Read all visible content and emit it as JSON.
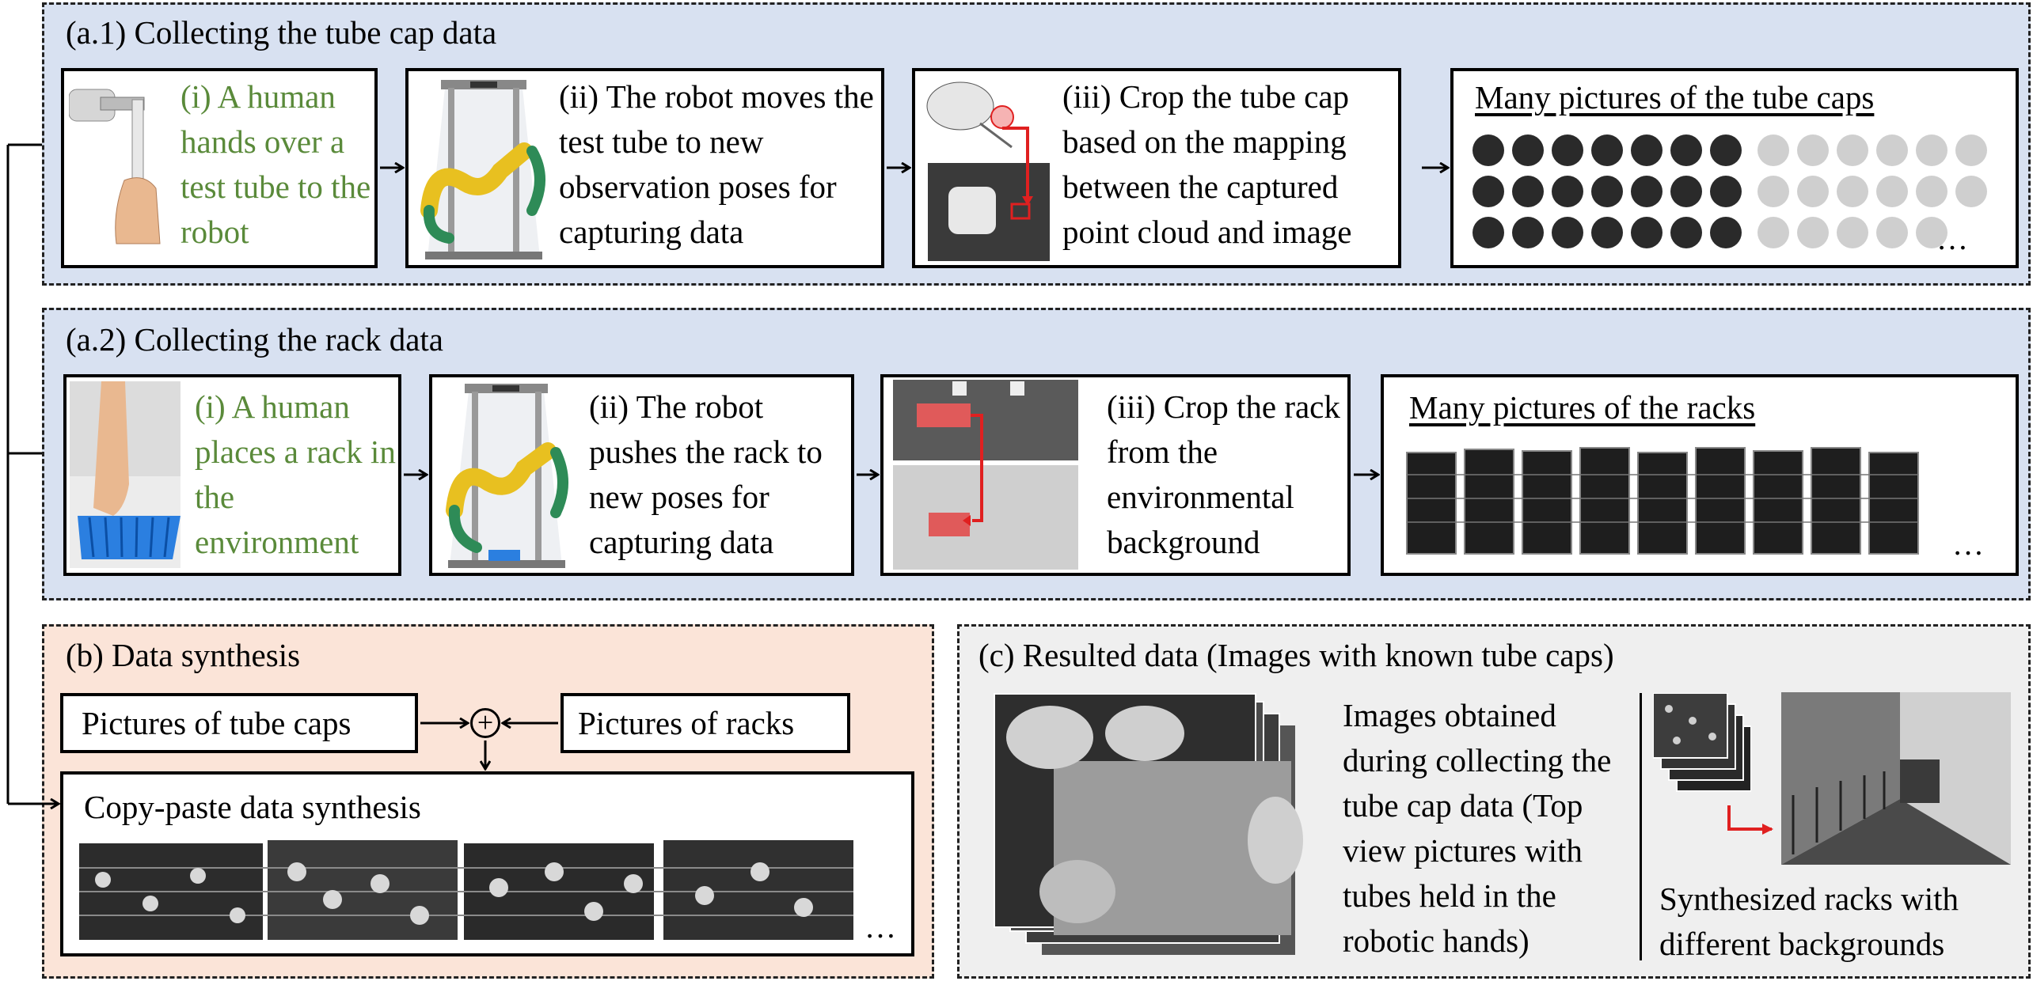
{
  "a1": {
    "title": "(a.1) Collecting the tube cap data",
    "step1": "(i) A human hands over a test tube to the robot",
    "step2": "(ii) The robot moves the test tube to new observation poses for capturing data",
    "step3": "(iii) Crop the tube cap based on the mapping between the captured point cloud and image",
    "result_title": "Many pictures of the tube caps",
    "ellipsis": "…"
  },
  "a2": {
    "title": "(a.2) Collecting the rack data",
    "step1": "(i) A human places a rack in the environment",
    "step2": "(ii) The robot pushes the rack to new poses for capturing data",
    "step3": "(iii) Crop the rack from the environmental background",
    "result_title": "Many pictures of the racks",
    "ellipsis": "…"
  },
  "b": {
    "title": "(b) Data synthesis",
    "input_left": "Pictures of tube caps",
    "input_right": "Pictures of racks",
    "combine_symbol": "+",
    "synth_title": "Copy-paste data synthesis",
    "ellipsis": "…"
  },
  "c": {
    "title": "(c) Resulted data (Images with known tube caps)",
    "left_caption": "Images obtained during collecting the tube cap data (Top view pictures with tubes held in the robotic hands)",
    "right_caption": "Synthesized racks with different backgrounds"
  },
  "colors": {
    "panel_blue": "#d8e1f1",
    "panel_peach": "#fbe4d8",
    "panel_grey": "#efefef",
    "human_step_text": "#5a8a3a",
    "highlight_arrow": "#e02020"
  }
}
